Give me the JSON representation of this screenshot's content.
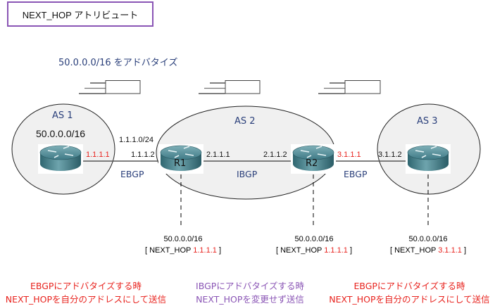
{
  "title": "NEXT_HOP アトリビュート",
  "advertise_note": "50.0.0.0/16 をアドバタイズ",
  "colors": {
    "title_border": "#8a55b5",
    "navy": "#2a3f7a",
    "red": "#e8231e",
    "purple": "#8a55b5"
  },
  "as": [
    {
      "label": "AS 1",
      "network": "50.0.0.0/16"
    },
    {
      "label": "AS 2"
    },
    {
      "label": "AS 3"
    }
  ],
  "routers": [
    {
      "label": "",
      "as": "AS 1",
      "interface": "1.1.1.1"
    },
    {
      "label": "R1",
      "as": "AS 2",
      "interfaces": [
        "1.1.1.2",
        "2.1.1.1"
      ]
    },
    {
      "label": "R2",
      "as": "AS 2",
      "interfaces": [
        "2.1.1.2",
        "3.1.1.1"
      ]
    },
    {
      "label": "",
      "as": "AS 3",
      "interface": "3.1.1.2"
    }
  ],
  "links": {
    "as1_r1": {
      "subnet": "1.1.1.0/24",
      "protocol": "EBGP",
      "left_ip": "1.1.1.1",
      "right_ip": "1.1.1.2"
    },
    "r1_r2": {
      "protocol": "IBGP",
      "left_ip": "2.1.1.1",
      "right_ip": "2.1.1.2"
    },
    "r2_as3": {
      "protocol": "EBGP",
      "left_ip": "3.1.1.1",
      "right_ip": "3.1.1.2"
    }
  },
  "routes": [
    {
      "prefix": "50.0.0.0/16",
      "nh_prefix": "[ NEXT_HOP ",
      "nh": "1.1.1.1",
      "nh_suffix": " ]"
    },
    {
      "prefix": "50.0.0.0/16",
      "nh_prefix": "[ NEXT_HOP ",
      "nh": "1.1.1.1",
      "nh_suffix": " ]"
    },
    {
      "prefix": "50.0.0.0/16",
      "nh_prefix": "[ NEXT_HOP ",
      "nh": "3.1.1.1",
      "nh_suffix": " ]"
    }
  ],
  "captions": [
    {
      "line1": "EBGPにアドバタイズする時",
      "line2": "NEXT_HOPを自分のアドレスにして送信"
    },
    {
      "line1": "IBGPにアドバタイズする時",
      "line2": "NEXT_HOPを変更せず送信"
    },
    {
      "line1": "EBGPにアドバタイズする時",
      "line2": "NEXT_HOPを自分のアドレスにして送信"
    }
  ]
}
